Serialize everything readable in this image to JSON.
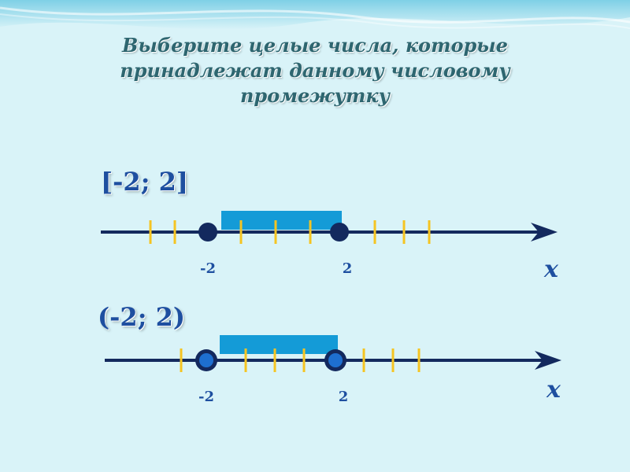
{
  "slide": {
    "title_lines": [
      "Выберите целые числа, которые",
      "принадлежат данному числовому",
      "промежутку"
    ]
  },
  "intervals": [
    {
      "label": "[-2; 2]",
      "type": "closed",
      "left_value": -2,
      "right_value": 2,
      "left_label": "-2",
      "right_label": "2",
      "axis_variable": "x",
      "ticks_left": 2,
      "ticks_between": 3,
      "ticks_right": 3
    },
    {
      "label": "(-2; 2)",
      "type": "open",
      "left_value": -2,
      "right_value": 2,
      "left_label": "-2",
      "right_label": "2",
      "axis_variable": "x",
      "ticks_left": 1,
      "ticks_between": 3,
      "ticks_right": 3
    }
  ],
  "colors": {
    "axis": "#13295e",
    "tick": "#f5c422",
    "highlight": "#149bd7",
    "point_closed_fill": "#13295e",
    "point_open_fill": "#1e6fd0",
    "label": "#1e4fa0",
    "title": "#2e6670",
    "background": "#d9f3f8"
  }
}
